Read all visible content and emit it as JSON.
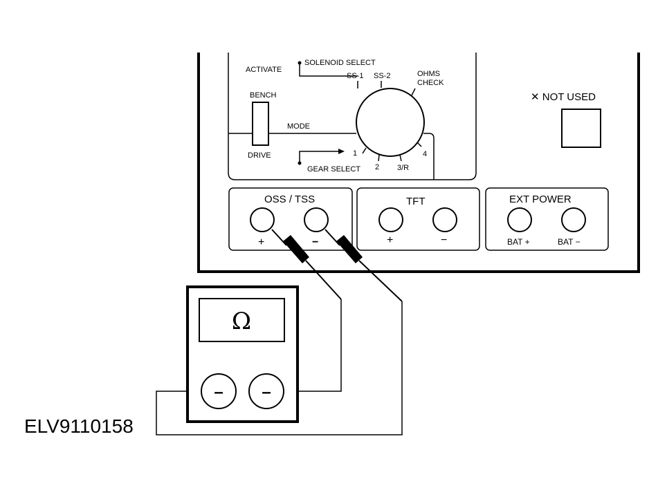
{
  "panel": {
    "activate": "ACTIVATE",
    "solenoid_select": "SOLENOID SELECT",
    "ss1": "SS-1",
    "ss2": "SS-2",
    "ohms_line1": "OHMS",
    "ohms_line2": "CHECK",
    "bench": "BENCH",
    "drive": "DRIVE",
    "mode": "MODE",
    "gear_select": "GEAR SELECT",
    "gear_1": "1",
    "gear_2": "2",
    "gear_3r": "3/R",
    "gear_4": "4",
    "not_used": "✕ NOT USED"
  },
  "jacks": {
    "oss_tss": "OSS / TSS",
    "tft": "TFT",
    "ext_power": "EXT POWER",
    "plus": "+",
    "minus": "−",
    "bat_plus": "BAT +",
    "bat_minus": "BAT −"
  },
  "meter": {
    "symbol": "Ω",
    "minus_a": "–",
    "minus_b": "–"
  },
  "figure_id": "ELV9110158"
}
